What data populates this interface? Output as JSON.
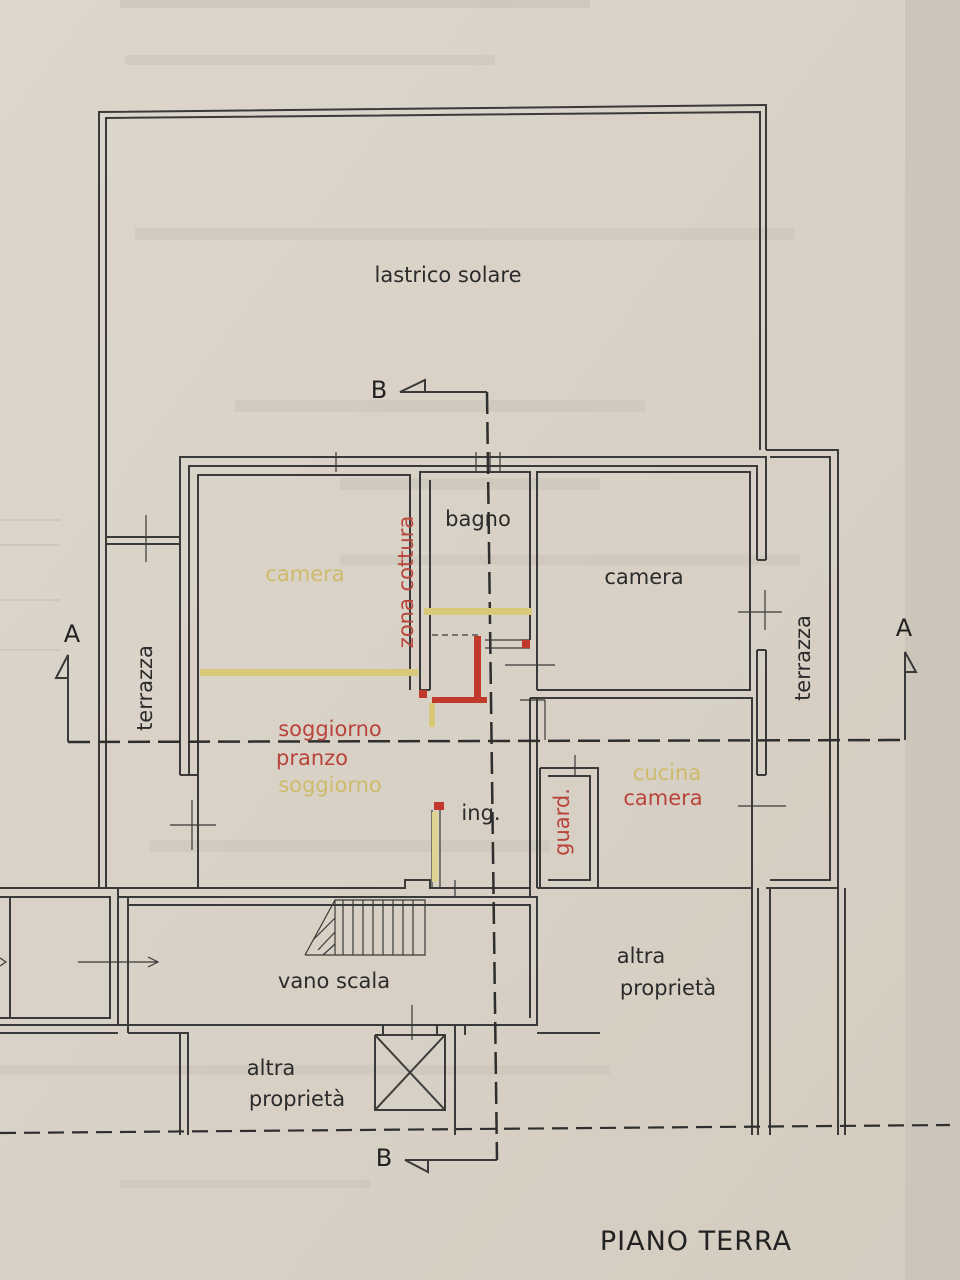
{
  "plan": {
    "title": "PIANO TERRA",
    "rooms": {
      "lastrico": "lastrico solare",
      "bagno": "bagno",
      "camera_right": "camera",
      "camera_left_old": "camera",
      "zona_cottura": "zona cottura",
      "terrazza_left": "terrazza",
      "terrazza_right": "terrazza",
      "soggiorno_new": "soggiorno",
      "pranzo_new": "pranzo",
      "soggiorno_old": "soggiorno",
      "ingresso": "ing.",
      "guardaroba": "guard.",
      "cucina_old": "cucina",
      "camera_new": "camera",
      "vano_scala": "vano scala",
      "altra_proprieta_right_1": "altra",
      "altra_proprieta_right_2": "proprietà",
      "altra_proprieta_bottom_1": "altra",
      "altra_proprieta_bottom_2": "proprietà"
    },
    "sections": {
      "a_left": "A",
      "a_right": "A",
      "b_top": "B",
      "b_bottom": "B"
    },
    "colors": {
      "paper": "#d9d2c7",
      "walls": "#3a3a3a",
      "new_works": "#b8443c",
      "demolitions": "#cdbb6a"
    }
  }
}
